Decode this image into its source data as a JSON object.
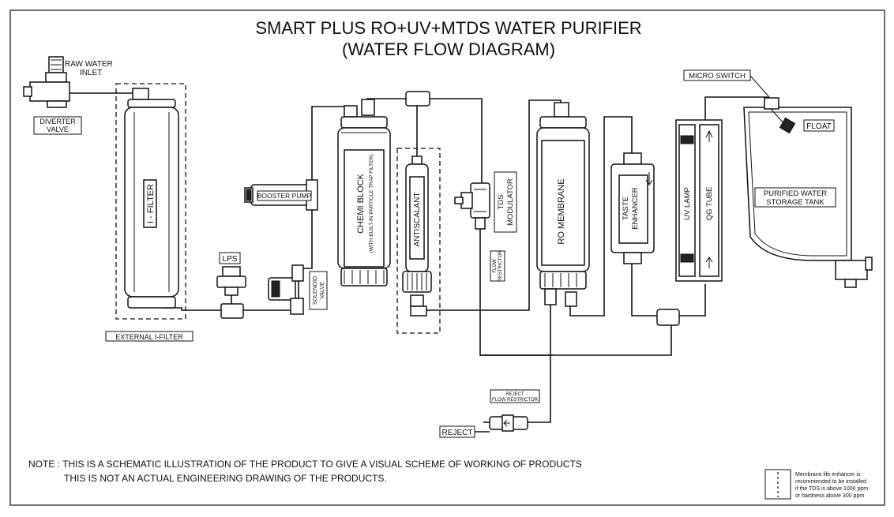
{
  "title": {
    "line1": "SMART PLUS RO+UV+MTDS WATER PURIFIER",
    "line2": "(WATER FLOW DIAGRAM)"
  },
  "labels": {
    "raw_water_1": "RAW WATER",
    "raw_water_2": "INLET",
    "diverter_1": "DIVERTER",
    "diverter_2": "VALVE",
    "i_filter": "I - FILTER",
    "external_i_filter": "EXTERNAL I-FILTER",
    "lps": "LPS",
    "booster_pump": "BOOSTER PUMP",
    "solenoid_1": "SOLENOID",
    "solenoid_2": "VALVE",
    "chemi_block": "CHEMI BLOCK",
    "chemi_block_sub": "(WITH BUILT-IN PARTICLE TRAP FILTER)",
    "antiscalant": "ANTISCALANT",
    "tds_1": "TDS",
    "tds_2": "MODULATOR",
    "flow_restrictor_1": "FLOW",
    "flow_restrictor_2": "RESTRICTOR",
    "ro_membrane": "RO MEMBRANE",
    "taste_1": "TASTE",
    "taste_2": "ENHANCER",
    "uv_lamp": "UV LAMP",
    "qg_tube": "QG TUBE",
    "micro_switch": "MICRO SWITCH",
    "float": "FLOAT",
    "tank_1": "PURIFIED WATER",
    "tank_2": "STORAGE TANK",
    "reject_fr_1": "REJECT",
    "reject_fr_2": "FLOW RESTRICTOR",
    "reject": "REJECT"
  },
  "note": {
    "line1": "NOTE : THIS IS A SCHEMATIC ILLUSTRATION OF THE PRODUCT TO GIVE A VISUAL SCHEME OF WORKING OF PRODUCTS",
    "line2": "THIS IS NOT AN ACTUAL ENGINEERING DRAWING OF THE PRODUCTS."
  },
  "legend": {
    "line1": "Membrane life enhancer is",
    "line2": "recommended to be installed",
    "line3": "if the TDS  is above 1000 ppm",
    "line4": "or hardness above 300 ppm"
  }
}
